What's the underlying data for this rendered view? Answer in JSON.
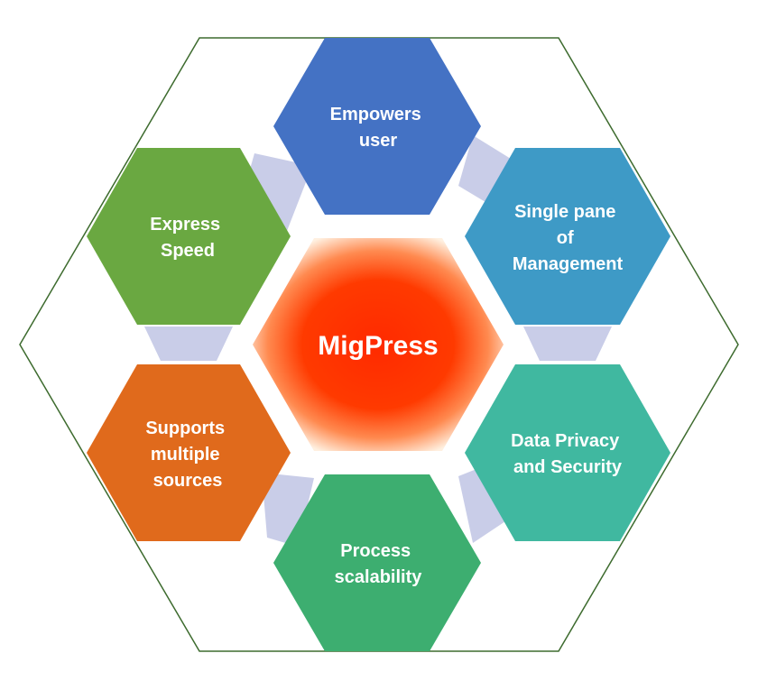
{
  "center": {
    "label": "MigPress",
    "color": "#ff3300",
    "glow": "#ffd8b0"
  },
  "frame": {
    "stroke": "#3d6b2e"
  },
  "connector_color": "#c9cde8",
  "nodes": [
    {
      "id": "empowers",
      "lines": [
        "Empowers",
        "user"
      ],
      "color": "#4472c4"
    },
    {
      "id": "single-pane",
      "lines": [
        "Single pane",
        "of",
        "Management"
      ],
      "color": "#3e9ac6"
    },
    {
      "id": "privacy",
      "lines": [
        "Data Privacy",
        "and Security"
      ],
      "color": "#40b8a0"
    },
    {
      "id": "scalability",
      "lines": [
        "Process",
        "scalability"
      ],
      "color": "#3dae70"
    },
    {
      "id": "sources",
      "lines": [
        "Supports",
        "multiple",
        "sources"
      ],
      "color": "#e06a1c"
    },
    {
      "id": "speed",
      "lines": [
        "Express",
        "Speed"
      ],
      "color": "#6aa841"
    }
  ]
}
